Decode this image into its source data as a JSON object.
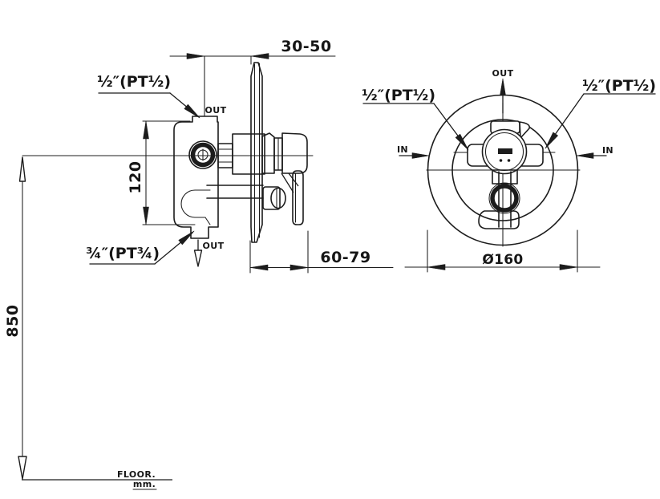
{
  "drawing": {
    "side": {
      "label_top": "½″(PT½)",
      "label_bottom": "¾″(PT¾)",
      "out_top": "OUT",
      "out_bottom": "OUT"
    },
    "front": {
      "label_left": "½″(PT½)",
      "label_right": "½″(PT½)",
      "out": "OUT",
      "in_left": "IN",
      "in_right": "IN"
    },
    "dimensions": {
      "wall_depth": "30-50",
      "outlet_spacing": "120",
      "mount_height": "850",
      "handle_projection": "60-79",
      "plate_diameter": "Ø160"
    },
    "floor": {
      "label": "FLOOR.",
      "unit": "mm."
    },
    "colors": {
      "line": "#1c1c1c",
      "background": "#ffffff"
    }
  }
}
